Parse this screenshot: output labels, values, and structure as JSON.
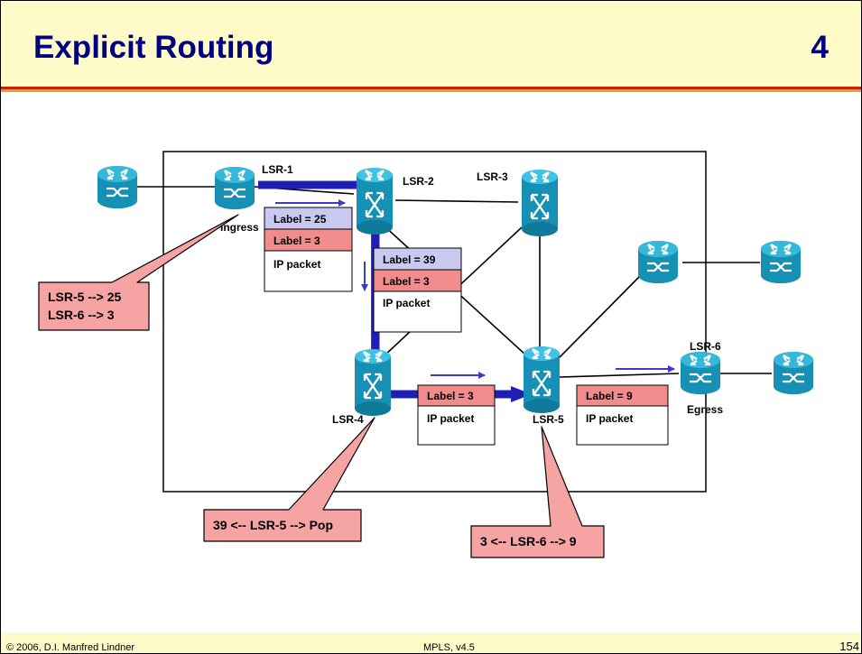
{
  "header": {
    "title": "Explicit Routing",
    "slide_number": "4"
  },
  "footer": {
    "copyright": "© 2006, D.I. Manfred Lindner",
    "course": "MPLS, v4.5",
    "page": "154"
  },
  "colors": {
    "router_fill": "#1a9cbe",
    "path": "#1f1fb8",
    "label_blue": "#c8c8f0",
    "label_red": "#f08c8c",
    "callout": "#f5a3a3"
  },
  "nodes": {
    "lsr1": "LSR-1",
    "lsr2": "LSR-2",
    "lsr3": "LSR-3",
    "lsr4": "LSR-4",
    "lsr5": "LSR-5",
    "lsr6": "LSR-6",
    "ingress": "Ingress",
    "egress": "Egress"
  },
  "packets": {
    "p1": {
      "outer": "Label = 25",
      "inner": "Label = 3",
      "payload": "IP packet"
    },
    "p2": {
      "outer": "Label = 39",
      "inner": "Label = 3",
      "payload": "IP packet"
    },
    "p3": {
      "label": "Label = 3",
      "payload": "IP packet"
    },
    "p4": {
      "label": "Label = 9",
      "payload": "IP packet"
    }
  },
  "callouts": {
    "ingress_line1": "LSR-5 --> 25",
    "ingress_line2": "LSR-6 --> 3",
    "lsr4": "39 <-- LSR-5 --> Pop",
    "lsr5": "3 <-- LSR-6 --> 9"
  }
}
